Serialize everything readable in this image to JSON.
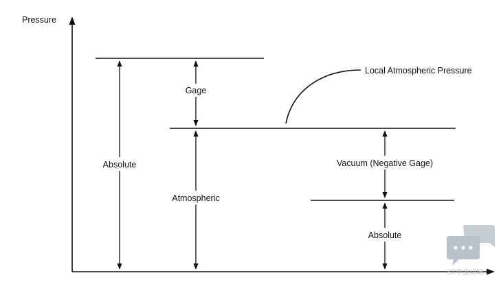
{
  "axis": {
    "y_label": "Pressure"
  },
  "labels": {
    "gage": "Gage",
    "absolute_left": "Absolute",
    "atmospheric": "Atmospheric",
    "local_atmospheric_pressure": "Local Atmospheric Pressure",
    "vacuum": "Vacuum (Negative Gage)",
    "absolute_right": "Absolute"
  },
  "watermark": {
    "text": "ST中文论坛",
    "icon": "chat-bubble-icon",
    "color": "#b8c2cc"
  }
}
